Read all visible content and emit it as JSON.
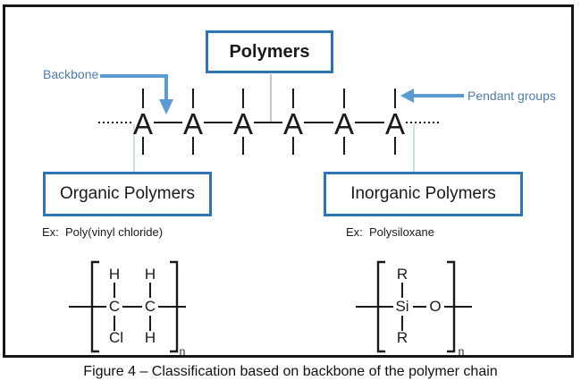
{
  "title_box": {
    "label": "Polymers"
  },
  "category_boxes": {
    "organic": "Organic Polymers",
    "inorganic": "Inorganic Polymers"
  },
  "annotations": {
    "backbone": "Backbone",
    "pendant_groups": "Pendant groups"
  },
  "examples": {
    "organic": "Ex:  Poly(vinyl chloride)",
    "inorganic": "Ex:  Polysiloxane"
  },
  "chain": {
    "atom": "A",
    "repeat_count": 6
  },
  "structures": {
    "pvc": {
      "top_left": "H",
      "top_right": "H",
      "mid_left": "C",
      "mid_right": "C",
      "bottom_left": "Cl",
      "bottom_right": "H",
      "subscript": "n"
    },
    "siloxane": {
      "top": "R",
      "mid_left": "Si",
      "mid_right": "O",
      "bottom": "R",
      "subscript": "n"
    }
  },
  "caption": "Figure 4 – Classification based on backbone of the polymer chain",
  "colors": {
    "box_border": "#2E75B6",
    "arrow_blue": "#5B9BD5",
    "annotation_text": "#4F7CAE",
    "connector_teal": "#B7D6D8",
    "frame_black": "#161616"
  }
}
